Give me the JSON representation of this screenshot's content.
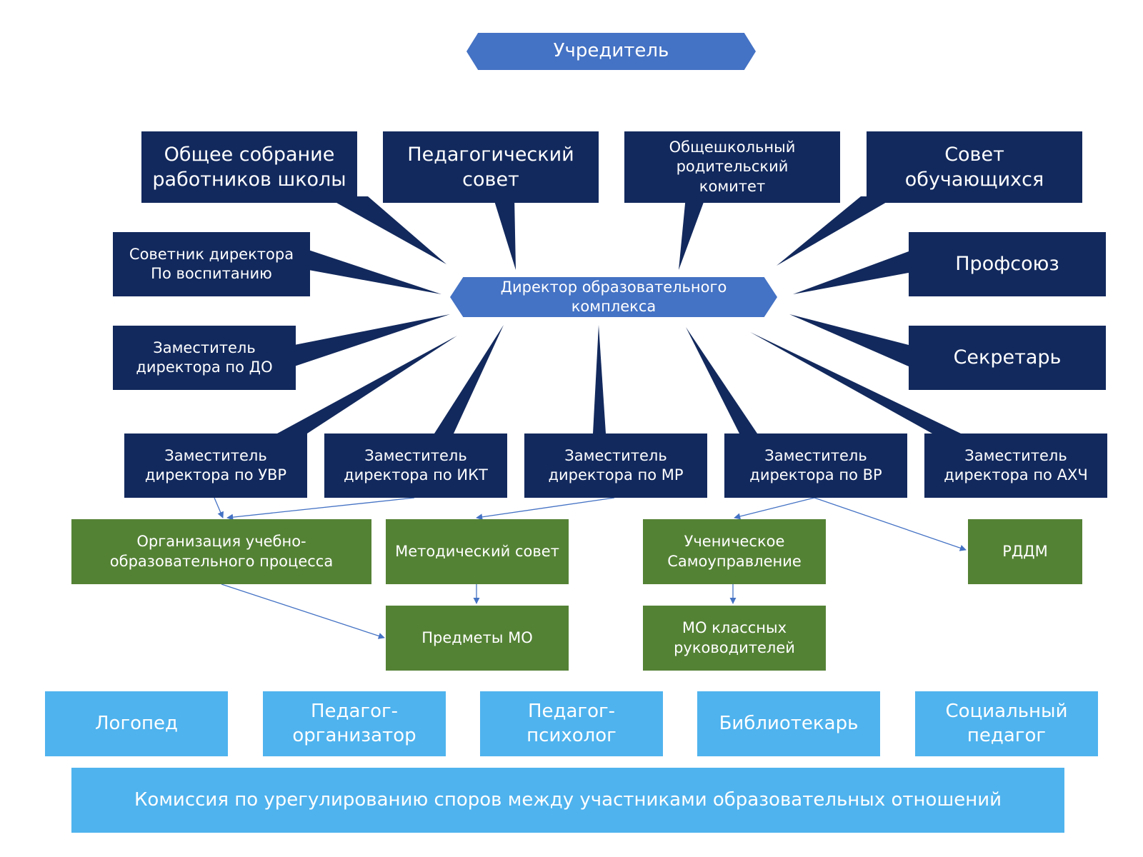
{
  "founder": "Учредитель",
  "director": "Директор образовательного\nкомплекса",
  "governance": {
    "general_meeting": "Общее собрание\nработников школы",
    "pedagogical_council": "Педагогический\nсовет",
    "parent_committee": "Общешкольный\nродительский\nкомитет",
    "student_council": "Совет обучающихся",
    "education_advisor": "Советник директора\nПо воспитанию",
    "trade_union": "Профсоюз",
    "secretary": "Секретарь",
    "deputy_do": "Заместитель\nдиректора по ДО"
  },
  "deputies": {
    "uvr": "Заместитель\nдиректора по УВР",
    "ikt": "Заместитель\nдиректора по ИКТ",
    "mr": "Заместитель\nдиректора по МР",
    "vr": "Заместитель\nдиректора по ВР",
    "ahch": "Заместитель\nдиректора по АХЧ"
  },
  "units": {
    "edu_process": "Организация учебно-\nобразовательного процесса",
    "method_council": "Методический совет",
    "student_selfgov": "Ученическое\nСамоуправление",
    "rddm": "РДДМ",
    "subjects_mo": "Предметы МО",
    "class_teachers_mo": "МО классных\nруководителей"
  },
  "specialists": {
    "speech_therapist": "Логопед",
    "organizer": "Педагог-\nорганизатор",
    "psychologist": "Педагог-психолог",
    "librarian": "Библиотекарь",
    "social_pedagogue": "Социальный\nпедагог"
  },
  "commission": "Комиссия по урегулированию споров между участниками образовательных отношений",
  "colors": {
    "navy": "#12295d",
    "hub_blue": "#4472c4",
    "green": "#548235",
    "light_blue": "#4fb3ee",
    "arrow": "#4472c4"
  }
}
